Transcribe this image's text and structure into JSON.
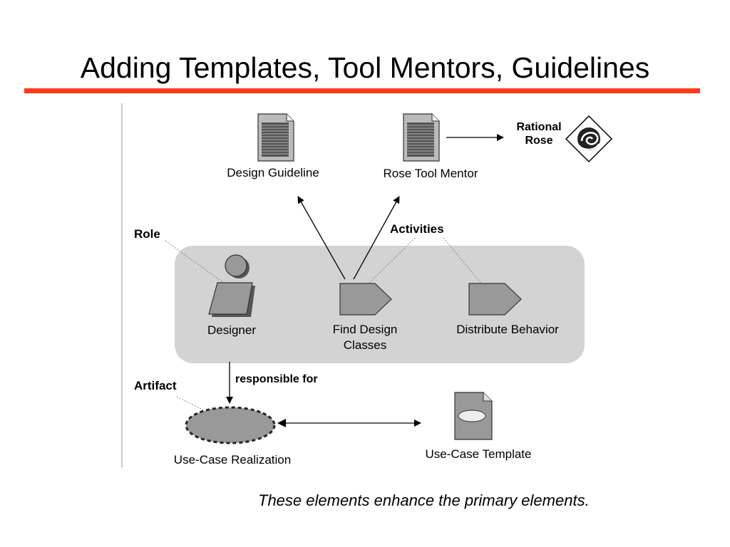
{
  "slide": {
    "title": "Adding Templates, Tool Mentors, Guidelines",
    "caption": "These elements enhance the primary elements.",
    "accent_color": "#ff3a1a"
  },
  "diagram": {
    "guideline_label": "Design Guideline",
    "tool_mentor_label": "Rose Tool Mentor",
    "rose_label_line1": "Rational",
    "rose_label_line2": "Rose",
    "role_heading": "Role",
    "activities_heading": "Activities",
    "artifact_heading": "Artifact",
    "designer_label": "Designer",
    "find_design_line1": "Find Design",
    "find_design_line2": "Classes",
    "distribute_label": "Distribute Behavior",
    "responsible_label": "responsible for",
    "realization_label": "Use-Case Realization",
    "template_label": "Use-Case Template",
    "colors": {
      "panel": "#d3d3d3",
      "shape_fill": "#999999",
      "stroke": "#333333"
    }
  }
}
